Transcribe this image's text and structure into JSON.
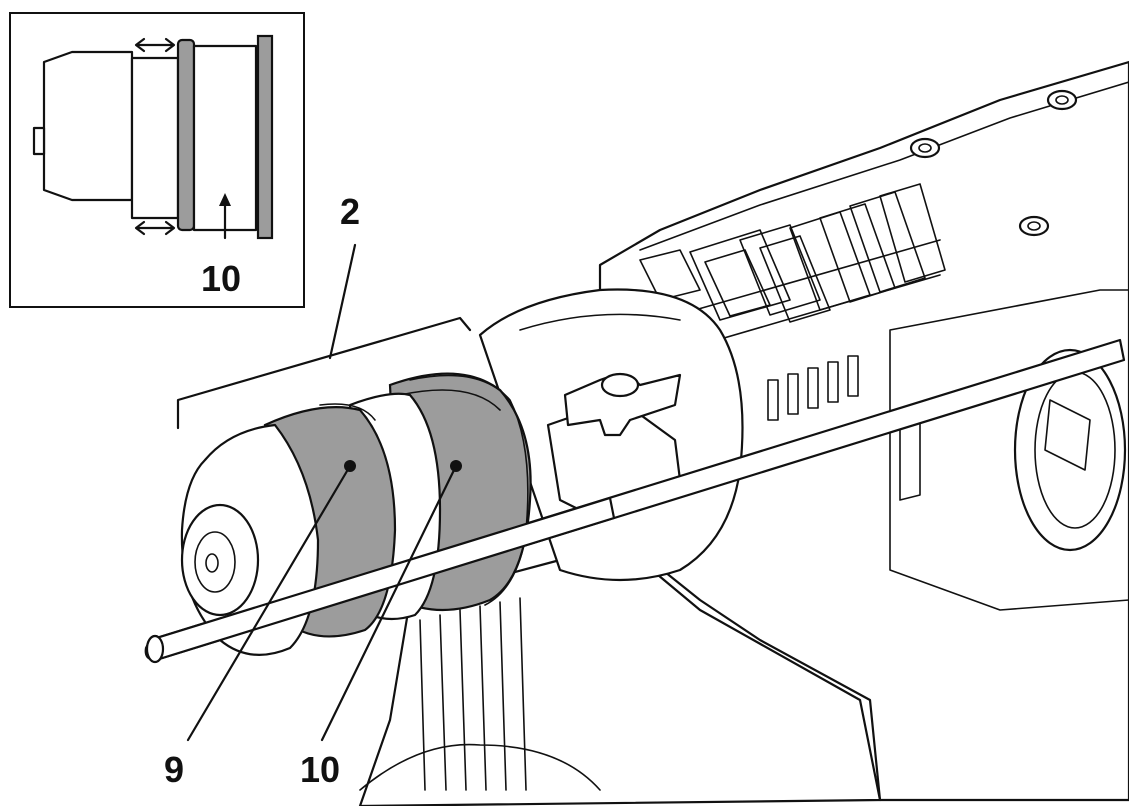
{
  "figure": {
    "callouts": {
      "label_2": "2",
      "label_9": "9",
      "label_10": "10",
      "inset_label_10": "10"
    },
    "icons": [
      "double-arrow-icon",
      "up-arrow-icon"
    ],
    "colors": {
      "line": "#111111",
      "highlight_grey": "#9c9c9c",
      "dark_grey": "#7f7f7f",
      "background": "#ffffff"
    }
  }
}
